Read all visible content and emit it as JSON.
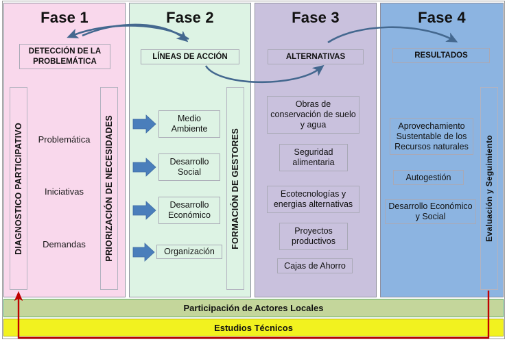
{
  "diagram": {
    "title_note": "Esquema de fases de intervención participativa",
    "colors": {
      "phase1_bg": "#f9d8ec",
      "phase2_bg": "#ddf3e4",
      "phase3_bg": "#c9c1dd",
      "phase4_bg": "#8cb4e1",
      "actores_bar_bg": "#c4d69b",
      "estudios_bar_bg": "#f2f21f",
      "curved_arrow": "#44688f",
      "block_arrow": "#4a7ebb",
      "feedback_arrow": "#c00000"
    }
  },
  "phases": [
    {
      "title": "Fase 1",
      "head_box": "DETECCIÓN DE LA PROBLEMÁTICA",
      "left_label": "DIAGNOSTICO   PARTICIPATIVO",
      "right_label": "PRIORIZACIÓN DE NECESIDADES",
      "items": [
        "Problemática",
        "Iniciativas",
        "Demandas"
      ]
    },
    {
      "title": "Fase 2",
      "head_box": "LÍNEAS DE ACCIÓN",
      "right_label": "FORMACIÓN DE GESTORES",
      "items": [
        "Medio Ambiente",
        "Desarrollo Social",
        "Desarrollo Económico",
        "Organización"
      ]
    },
    {
      "title": "Fase 3",
      "head_box": "ALTERNATIVAS",
      "items": [
        "Obras de conservación de suelo y agua",
        "Seguridad alimentaria",
        "Ecotecnologías y energias alternativas",
        "Proyectos productivos",
        "Cajas de Ahorro"
      ]
    },
    {
      "title": "Fase 4",
      "head_box": "RESULTADOS",
      "right_label": "Evaluación y Seguimiento",
      "items": [
        "Aprovechamiento Sustentable de los Recursos naturales",
        "Autogestión",
        "Desarrollo Económico y Social"
      ]
    }
  ],
  "bottom_bars": [
    {
      "label": "Participación de Actores Locales"
    },
    {
      "label": "Estudios Técnicos"
    }
  ]
}
